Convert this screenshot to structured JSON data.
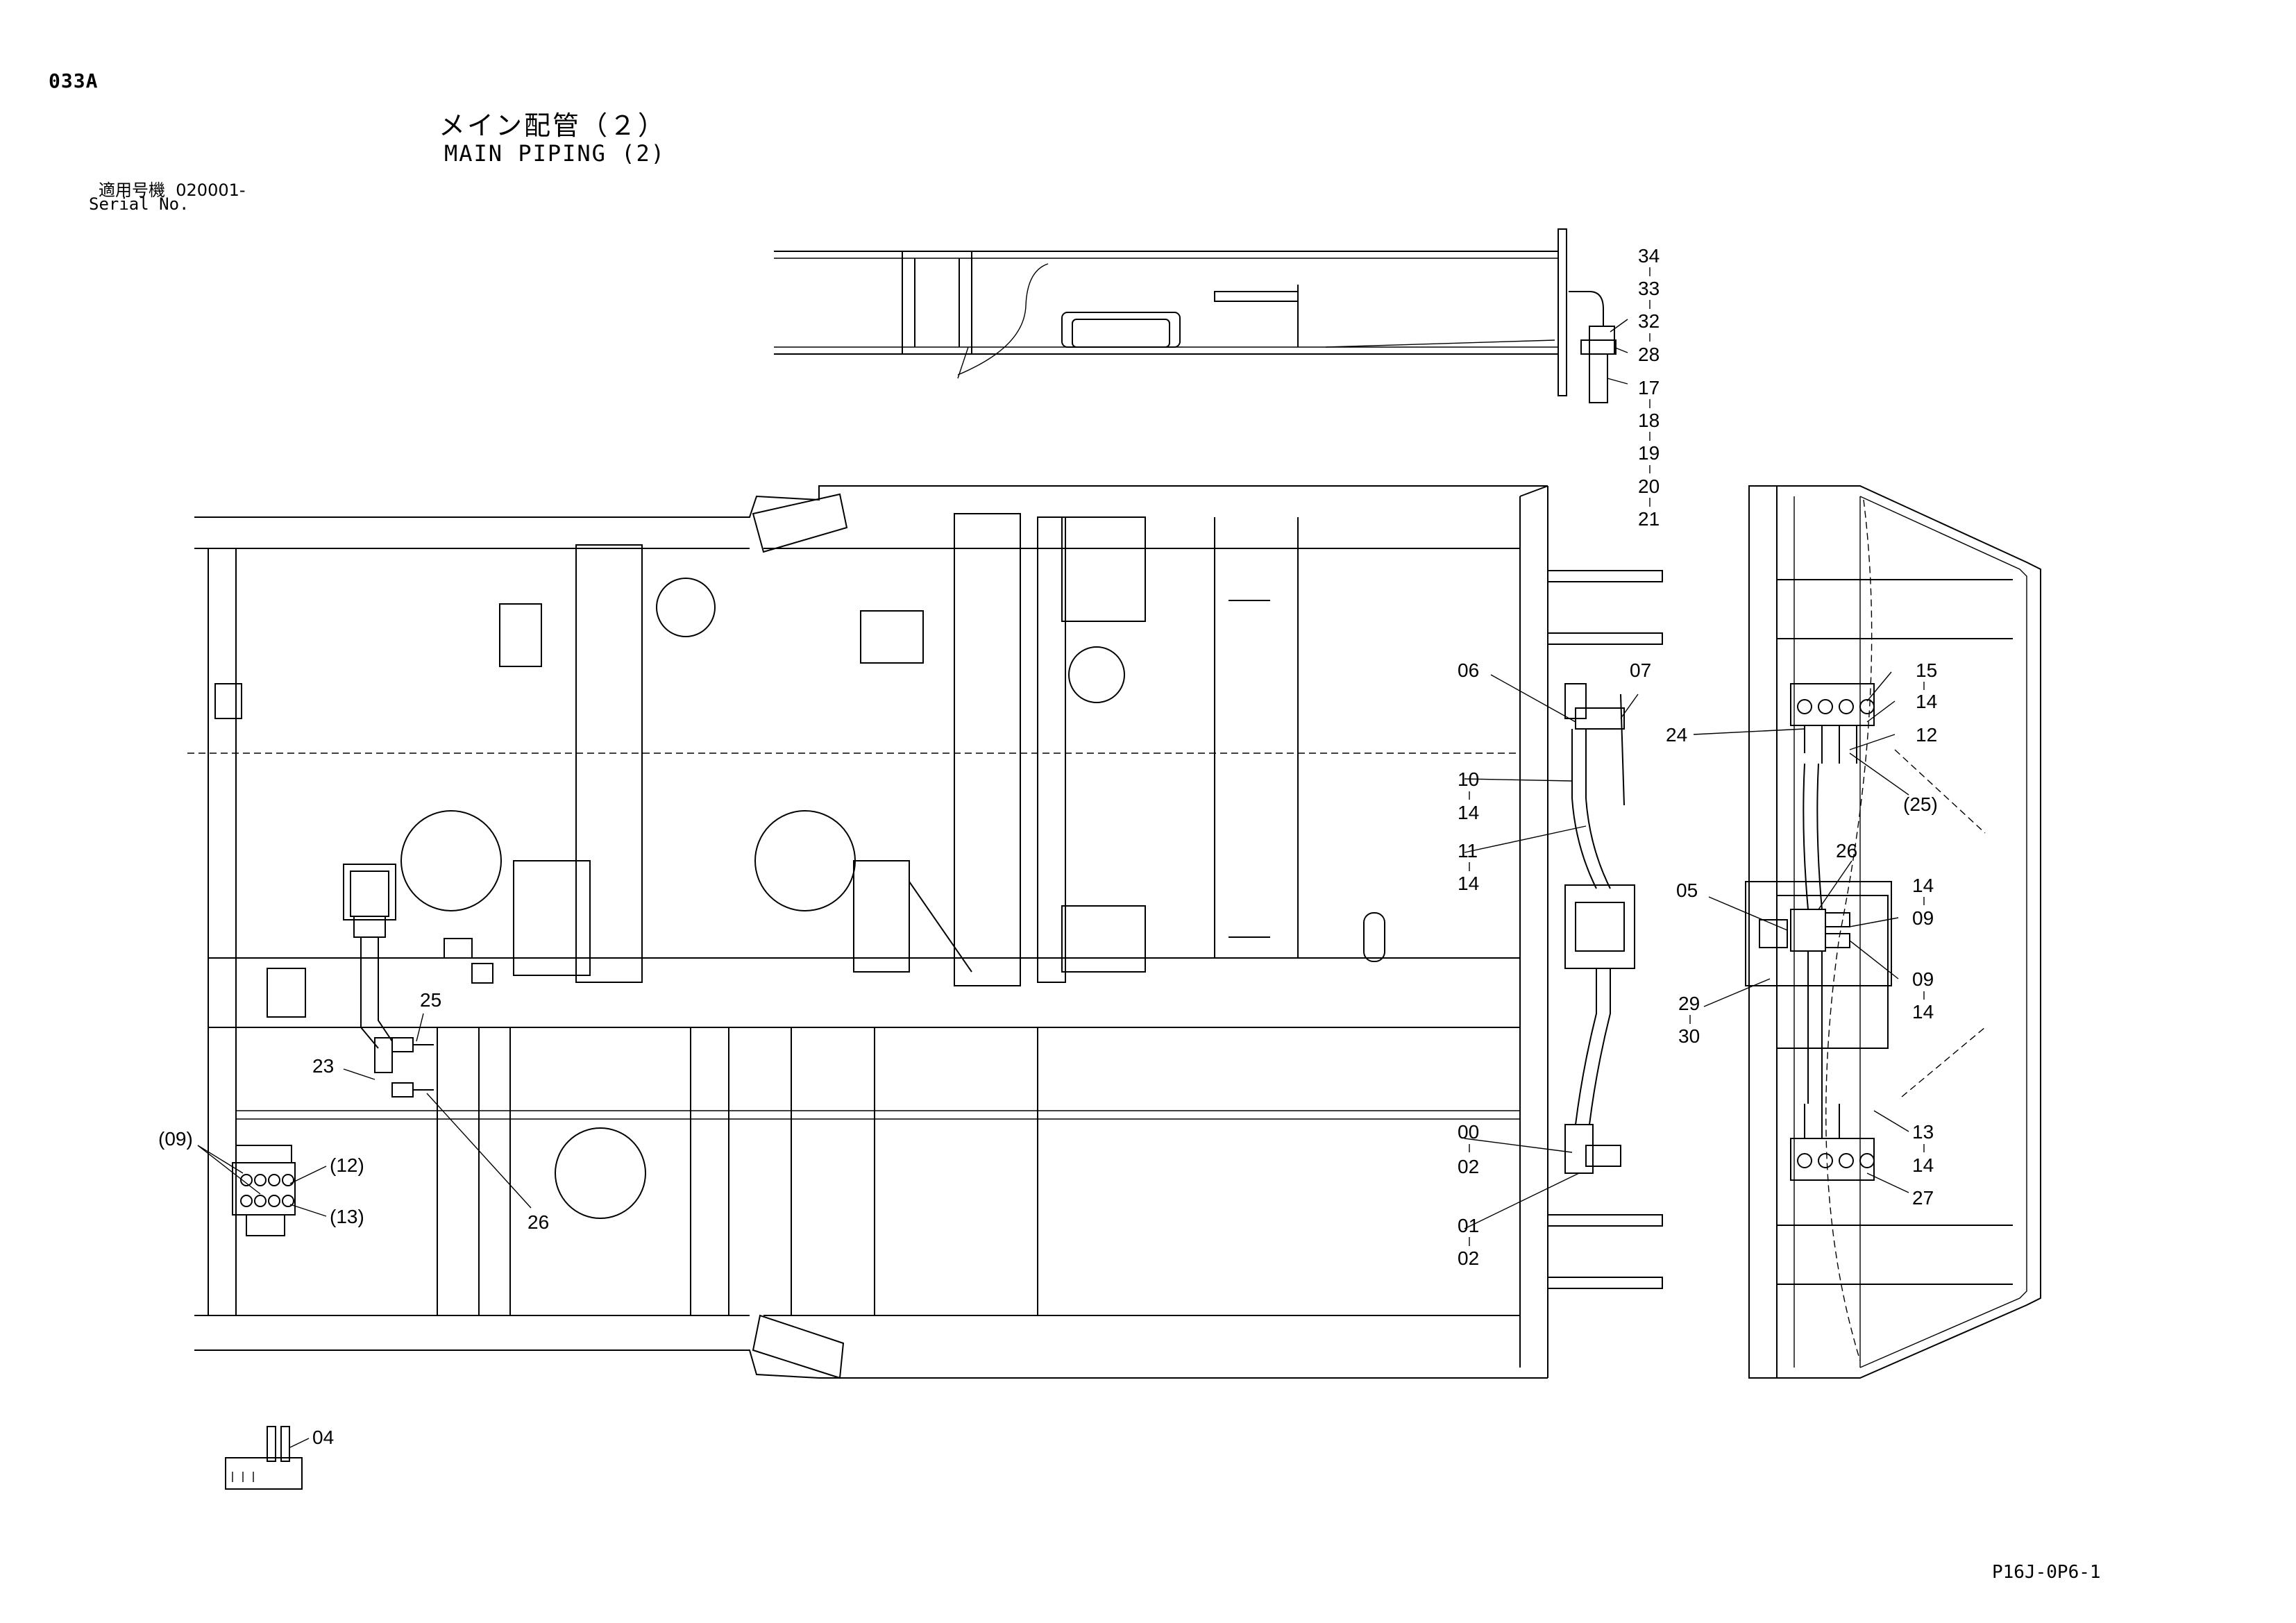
{
  "header": {
    "sheet_id": "033A",
    "title_jp": "メイン配管（２）",
    "title_en": "MAIN PIPING (2)",
    "serial_label_jp": "適用号機",
    "serial_value": "020001-",
    "serial_label_en": "Serial No."
  },
  "footer": {
    "drawing_code": "P16J-0P6-1"
  },
  "callouts": {
    "top_stack": [
      "34",
      "33",
      "32",
      "28",
      "17",
      "18",
      "19",
      "20",
      "21"
    ],
    "c06": "06",
    "c07": "07",
    "c10": "10",
    "c14a": "14",
    "c11": "11",
    "c14b": "14",
    "c00": "00",
    "c02a": "02",
    "c01": "01",
    "c02b": "02",
    "c25": "25",
    "c23": "23",
    "c26a": "26",
    "c09p": "(09)",
    "c12p": "(12)",
    "c13p": "(13)",
    "c04": "04",
    "c15": "15",
    "c14c": "14",
    "c12": "12",
    "c24": "24",
    "c25p": "(25)",
    "c26b": "26",
    "c05": "05",
    "c14d": "14",
    "c09a": "09",
    "c09b": "09",
    "c14e": "14",
    "c29": "29",
    "c30": "30",
    "c13": "13",
    "c14f": "14",
    "c27": "27"
  }
}
